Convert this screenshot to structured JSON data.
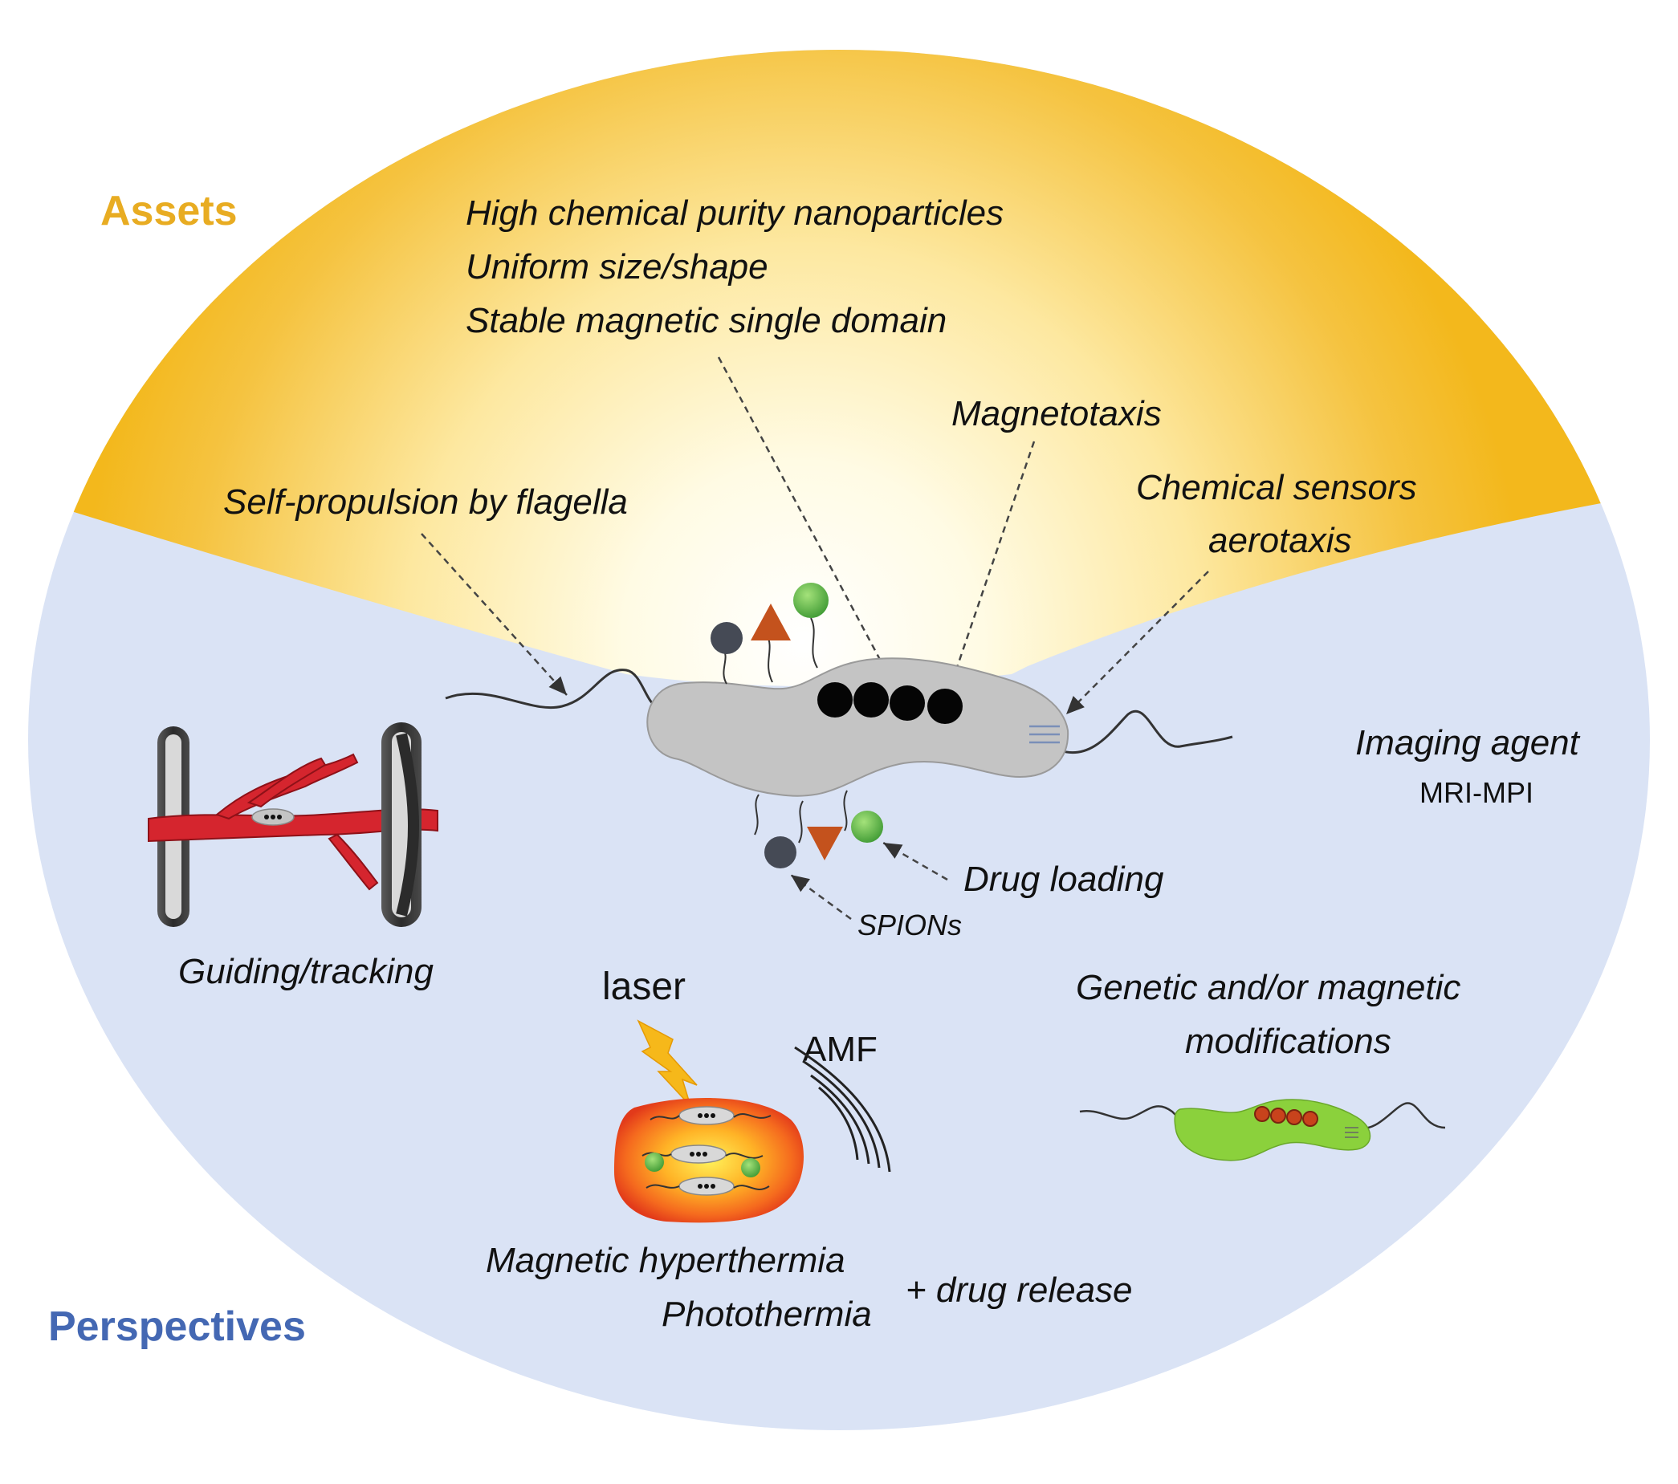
{
  "sections": {
    "assets": {
      "label": "Assets",
      "color": "#e8ac22"
    },
    "perspectives": {
      "label": "Perspectives",
      "color": "#4468b3"
    }
  },
  "assets": {
    "properties": [
      "High chemical purity nanoparticles",
      "Uniform size/shape",
      "Stable magnetic single domain"
    ],
    "magnetotaxis": "Magnetotaxis",
    "chemical_sensors": [
      "Chemical sensors",
      "aerotaxis"
    ],
    "self_propulsion": "Self-propulsion by flagella"
  },
  "perspectives": {
    "imaging_agent": "Imaging agent",
    "imaging_modalities": "MRI-MPI",
    "drug_loading": "Drug loading",
    "spions": "SPIONs",
    "guiding": "Guiding/tracking",
    "laser": "laser",
    "amf": "AMF",
    "genetic": [
      "Genetic and/or magnetic",
      "modifications"
    ],
    "hyperthermia": [
      "Magnetic hyperthermia",
      "Photothermia"
    ],
    "drug_release": "+ drug release"
  },
  "colors": {
    "asset_gold": "#f3b81c",
    "asset_center": "#fffdf0",
    "perspective_bg": "#dae3f5",
    "bacterium_gray": "#c4c4c4",
    "vessel_red": "#d5252e",
    "tumor_orange": "#f05a1e",
    "modified_green": "#8bd13c",
    "drug_green": "#59b646",
    "drug_triangle": "#c4521d",
    "spion_dark": "#454a55"
  },
  "icons": [
    "bacterium-icon",
    "magnetosome-chain-icon",
    "blood-vessel-icon",
    "magnet-coil-icon",
    "lightning-icon",
    "tumor-icon",
    "amf-wave-icon",
    "modified-bacterium-icon"
  ]
}
